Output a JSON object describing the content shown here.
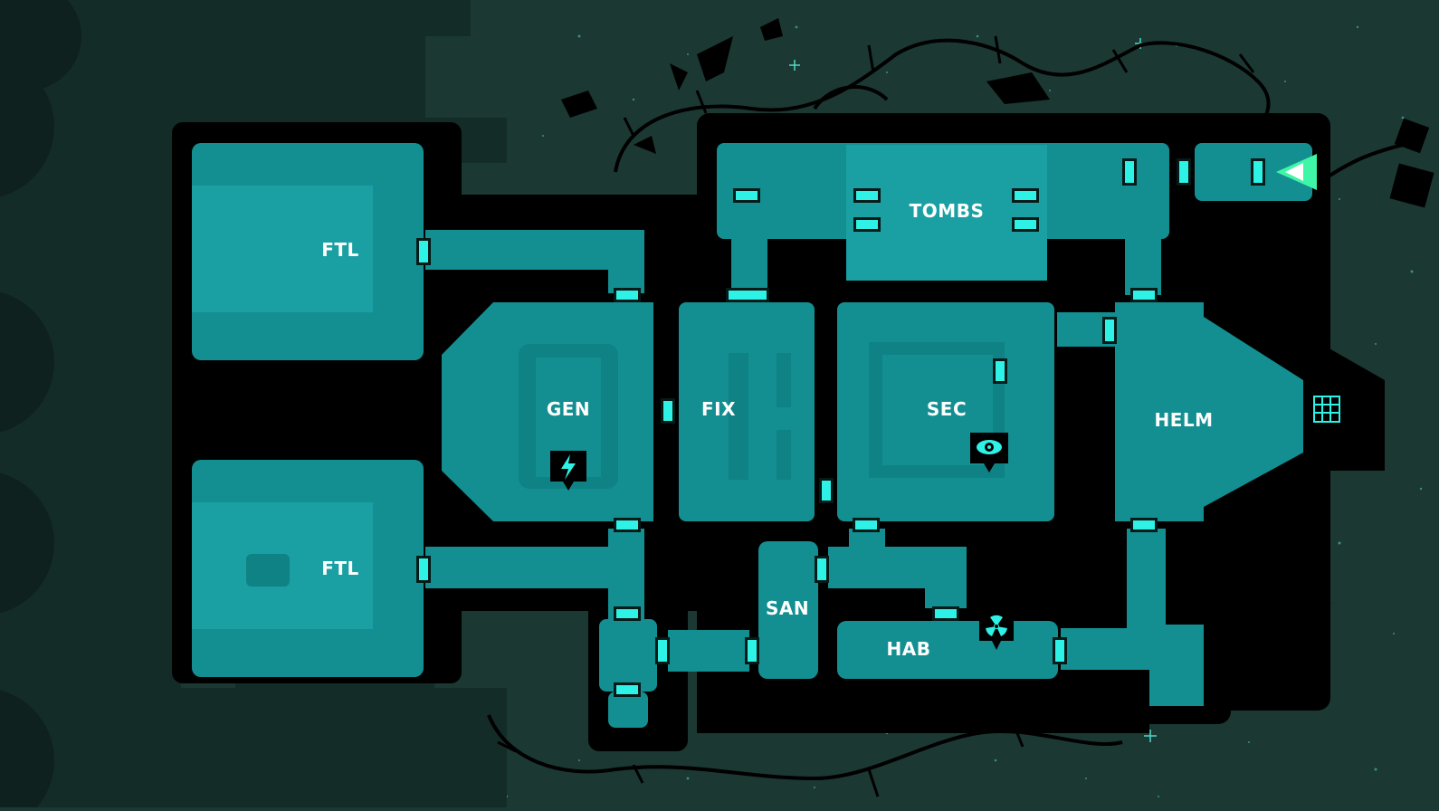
{
  "rooms": {
    "ftl_top": "FTL",
    "ftl_bottom": "FTL",
    "gen": "GEN",
    "fix": "FIX",
    "sec": "SEC",
    "helm": "HELM",
    "tombs": "TOMBS",
    "san": "SAN",
    "hab": "HAB"
  },
  "icons": {
    "gen": "lightning-icon",
    "sec": "eye-icon",
    "hab": "radiation-icon",
    "helm": "grid-panel-icon",
    "bow": "ship-arrow-icon"
  },
  "colors": {
    "space": "#1b3833",
    "hull": "#000000",
    "room": "#138f92",
    "room_light": "#1aa0a2",
    "room_dark": "#0b7a7c",
    "door": "#2ef2e6",
    "accent": "#3ff5a6"
  }
}
